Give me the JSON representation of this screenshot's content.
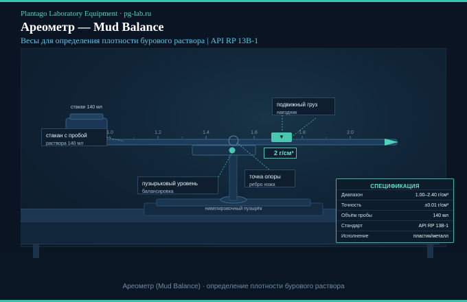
{
  "header": {
    "brand": "Plantago Laboratory Equipment · pg-lab.ru",
    "title": "Ареометр — Mud Balance",
    "subtitle": "Весы для определения плотности бурового раствора | API RP 13B-1"
  },
  "scale": {
    "ticks": [
      "1.0",
      "1.2",
      "1.4",
      "1.6",
      "1.8",
      "2.0"
    ],
    "rider_icon": "▼",
    "readout": "2 г/см³"
  },
  "callouts": {
    "cup_top": "стакан 140 мл",
    "cup": {
      "title": "стакан с пробой",
      "sub": "растворa 140 мл"
    },
    "rider": {
      "title": "подвижный груз",
      "sub": "наездник"
    },
    "bubble": {
      "title": "пузырьковый уровень",
      "sub": "балансировка"
    },
    "fulcrum": {
      "title": "точка опоры",
      "sub": "ребро ножа"
    },
    "base": "нивелировочный пузырёк"
  },
  "spec": {
    "heading": "СПЕЦИФИКАЦИЯ",
    "rows": [
      {
        "label": "Диапазон",
        "value": "1.00–2.40 г/см³"
      },
      {
        "label": "Точность",
        "value": "±0.01 г/см³"
      },
      {
        "label": "Объём пробы",
        "value": "140 мл"
      },
      {
        "label": "Стандарт",
        "value": "API RP 13B-1"
      },
      {
        "label": "Исполнение",
        "value": "пластик/металл"
      }
    ]
  },
  "caption": "Ареометр (Mud Balance) · определение плотности бурового раствора",
  "colors": {
    "accent": "#33c7ae",
    "background": "#0a1422",
    "subtitle": "#56c9ee"
  }
}
